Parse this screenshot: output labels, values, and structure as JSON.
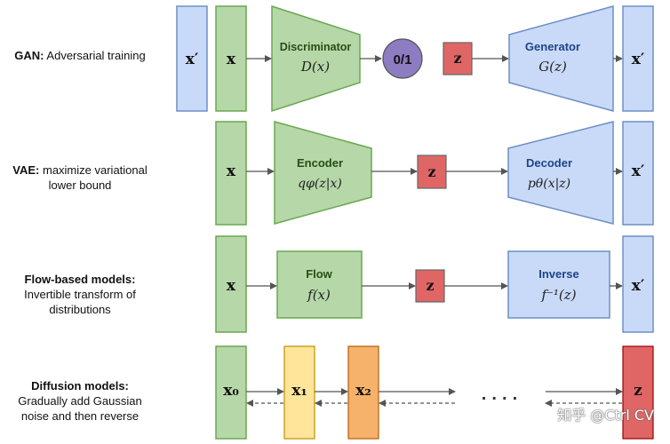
{
  "rows": {
    "gan": {
      "title": "GAN:",
      "desc": "Adversarial training",
      "x_prime": "x′",
      "x": "x",
      "discriminator": "Discriminator",
      "discriminator_fn": "D(x)",
      "output": "0/1",
      "z": "z",
      "generator": "Generator",
      "generator_fn": "G(z)",
      "x_prime_out": "x′"
    },
    "vae": {
      "title": "VAE:",
      "desc": "maximize variational lower bound",
      "x": "x",
      "encoder": "Encoder",
      "encoder_fn": "qφ(z|x)",
      "z": "z",
      "decoder": "Decoder",
      "decoder_fn": "pθ(x|z)",
      "x_prime_out": "x′"
    },
    "flow": {
      "title": "Flow-based models:",
      "desc": "Invertible transform of distributions",
      "x": "x",
      "flow": "Flow",
      "flow_fn": "f(x)",
      "z": "z",
      "inverse": "Inverse",
      "inverse_fn": "f⁻¹(z)",
      "x_prime_out": "x′"
    },
    "diffusion": {
      "title": "Diffusion models:",
      "desc": "Gradually add Gaussian noise and then reverse",
      "x0": "x₀",
      "x1": "x₁",
      "x2": "x₂",
      "dots": "· · · ·",
      "z": "z"
    }
  },
  "watermark": "知乎 @Ctrl CV",
  "colors": {
    "blue_fill": "#c9daf8",
    "blue_stroke": "#6d8fc4",
    "green_fill": "#b6d7a8",
    "green_stroke": "#6aa84f",
    "red_fill": "#e06666",
    "purple_fill": "#8e7cc3",
    "yellow_fill": "#ffe599",
    "orange_fill": "#f6b26b"
  }
}
